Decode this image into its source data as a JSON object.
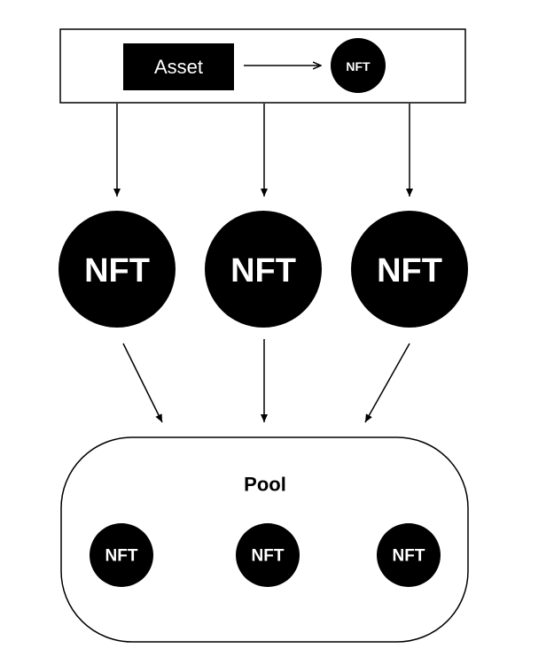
{
  "source": {
    "asset_label": "Asset",
    "nft_label": "NFT"
  },
  "minted_nfts": [
    {
      "label": "NFT"
    },
    {
      "label": "NFT"
    },
    {
      "label": "NFT"
    }
  ],
  "pool": {
    "title": "Pool",
    "nfts": [
      {
        "label": "NFT"
      },
      {
        "label": "NFT"
      },
      {
        "label": "NFT"
      }
    ]
  },
  "colors": {
    "foreground": "#000000",
    "background": "#ffffff"
  }
}
